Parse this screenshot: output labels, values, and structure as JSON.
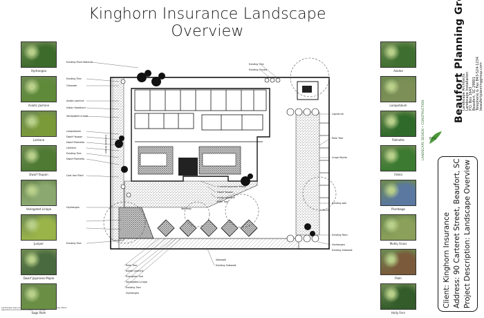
{
  "title": "Kinghorn Insurance Landscape Overview",
  "firm": {
    "name": "Beaufort Planning Group",
    "lines": [
      "Landscape Architects",
      "Landscape Installation",
      "P.O. Box 1643",
      "Beaufort, SC 29901",
      "Telephone & Fax 843-524-1234",
      "beaufortplanninggroup.com"
    ],
    "tagline": "LANDSCAPE DESIGN • CONSTRUCTION"
  },
  "client": {
    "line1": "Client: Kinghorn Insurance",
    "line2": "Address: 90 Carteret Street, Beaufort, SC",
    "line3": "Project Description: Landscape Overview"
  },
  "left_photos": [
    {
      "caption": "Hydrangea",
      "color": "#3d6b2c"
    },
    {
      "caption": "Asiatic Jasmine",
      "color": "#5f8a3a"
    },
    {
      "caption": "Lantana",
      "color": "#7a9a3a"
    },
    {
      "caption": "Dwarf Yaupon",
      "color": "#4e7a34"
    },
    {
      "caption": "Variegated Liriope",
      "color": "#8aa870"
    },
    {
      "caption": "Juniper",
      "color": "#9ab44a"
    },
    {
      "caption": "Dwarf Japanese Maple",
      "color": "#496a3f"
    },
    {
      "caption": "Sago Palm",
      "color": "#6a8f44"
    }
  ],
  "right_photos": [
    {
      "caption": "Azalea",
      "color": "#3f6f30"
    },
    {
      "caption": "Loropetalum",
      "color": "#7c8f56"
    },
    {
      "caption": "Palmetto",
      "color": "#2f6a2a"
    },
    {
      "caption": "Fatsia",
      "color": "#3b7a30"
    },
    {
      "caption": "Plumbago",
      "color": "#5a78a0"
    },
    {
      "caption": "Muhly Grass",
      "color": "#8ba05a"
    },
    {
      "caption": "Palm",
      "color": "#7a5a3a"
    },
    {
      "caption": "Holly Fern",
      "color": "#335c2a"
    }
  ],
  "labels_left": [
    "Existing Plant Material",
    "Existing Tree",
    "Oleander",
    "Asiatic Jasmine",
    "Indian Hawthorn",
    "Variegated Liriope",
    "Loropetalum",
    "Dwarf Yaupon",
    "Dwarf Palmetto",
    "Lantana",
    "Existing Tree",
    "Dwarf Palmetto",
    "Cast Iron Plant",
    "Hydrangea",
    "Existing Tree"
  ],
  "labels_center": [
    "Existing Tree",
    "Existing Shrubs",
    "Crushed Japanese Maple",
    "Dwarf Yaupon",
    "Asiatic Jasmine",
    "Palm Tree",
    "Walkway"
  ],
  "labels_bottom": [
    "Palm Tree",
    "Asiatic Jasmine",
    "Evergreen Sod",
    "Variegated Liriope",
    "Existing Tree",
    "Hydrangea",
    "Existing Sidewalk",
    "Sidewalk"
  ],
  "labels_right": [
    "Ligustrum",
    "Palm Tree",
    "Crape Myrtle",
    "Existing wall",
    "Existing Palm",
    "Hydrangea",
    "Existing Sidewalk"
  ],
  "street": "Carteret Street",
  "footer_note": "Landscape plan prepared for presentation purposes only. Plant selections and locations subject to change."
}
